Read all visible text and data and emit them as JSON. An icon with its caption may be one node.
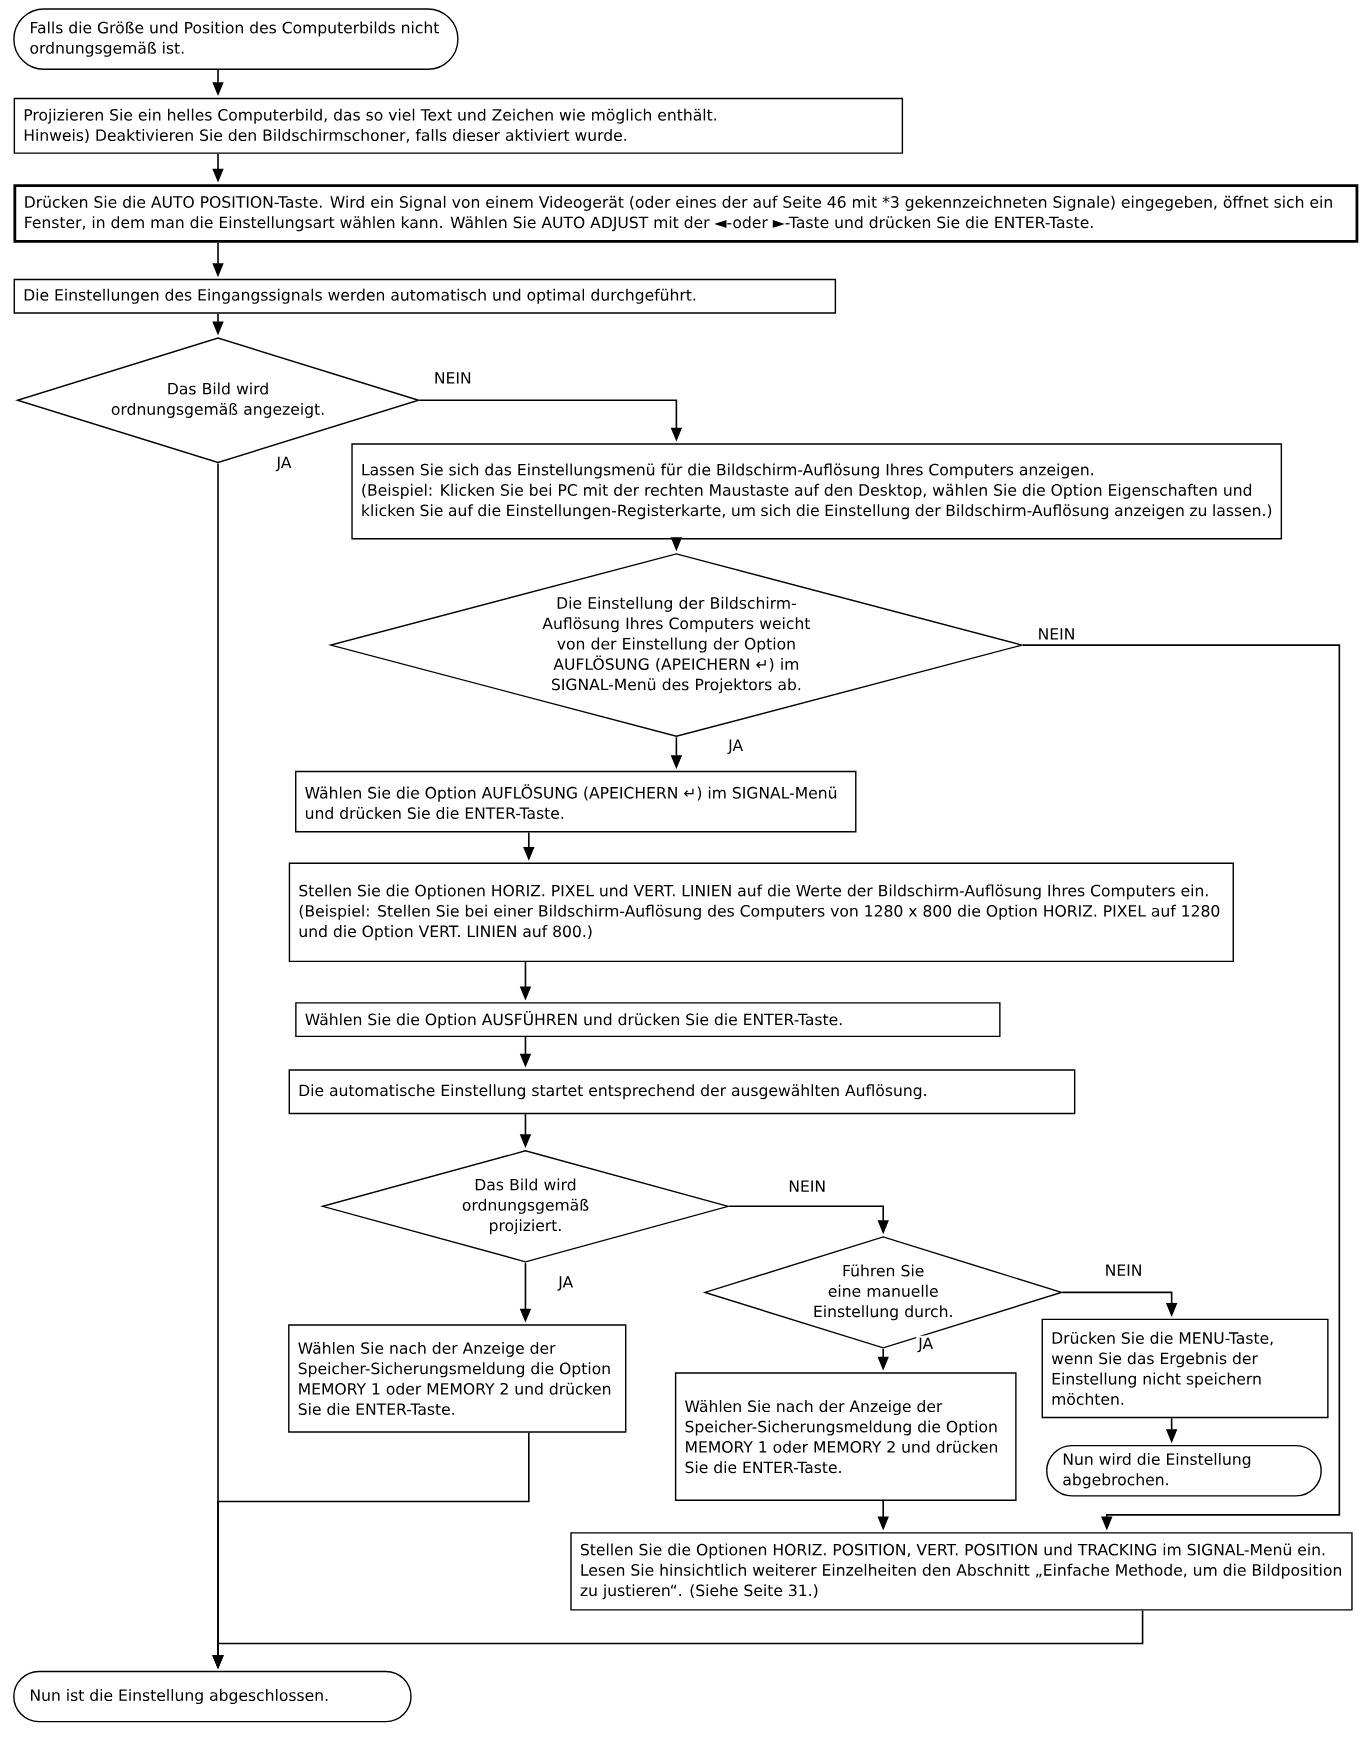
{
  "diagram": {
    "nodes": [
      {
        "text": [
          "Falls die Größe und Position des Computerbilds nicht ordnungsgemäß ist."
        ]
      },
      {
        "text": [
          "Projizieren Sie ein helles Computerbild, das so viel Text und Zeichen wie möglich enthält.",
          "Hinweis) Deaktivieren Sie den Bildschirmschoner, falls dieser aktiviert wurde."
        ]
      },
      {
        "text": [
          "Drücken Sie die AUTO POSITION-Taste. Wird ein Signal von einem Videogerät (oder eines der auf Seite 46 mit *3 gekennzeichneten Signale) eingegeben, öffnet sich ein Fenster, in dem man die Einstellungsart wählen kann. Wählen Sie AUTO ADJUST mit der ◄-oder ►-Taste und drücken Sie die ENTER-Taste."
        ]
      },
      {
        "text": [
          "Die Einstellungen des Eingangssignals werden automatisch und optimal durchgeführt."
        ]
      },
      {
        "text": [
          "Das Bild wird ordnungsgemäß angezeigt."
        ]
      },
      {
        "text": [
          "Lassen Sie sich das Einstellungsmenü für die Bildschirm-Auflösung Ihres Computers anzeigen.",
          "(Beispiel: Klicken Sie bei PC mit der rechten Maustaste auf den Desktop, wählen Sie die Option Eigenschaften und klicken Sie auf die Einstellungen-Registerkarte, um sich die Einstellung der Bildschirm-Auflösung anzeigen zu lassen.)"
        ]
      },
      {
        "text": [
          "Die Einstellung der Bildschirm-Auflösung Ihres Computers weicht von der Einstellung der Option AUFLÖSUNG (APEICHERN ↵) im SIGNAL-Menü des Projektors ab."
        ]
      },
      {
        "text": [
          "Wählen Sie die Option AUFLÖSUNG (APEICHERN ↵) im SIGNAL-Menü und drücken Sie die ENTER-Taste."
        ]
      },
      {
        "text": [
          "Stellen Sie die Optionen HORIZ. PIXEL und VERT. LINIEN auf die Werte der Bildschirm-Auflösung Ihres Computers ein.",
          "(Beispiel: Stellen Sie bei einer Bildschirm-Auflösung des Computers von 1280 x 800 die Option HORIZ. PIXEL auf 1280 und die Option VERT. LINIEN auf 800.)"
        ]
      },
      {
        "text": [
          "Wählen Sie die Option AUSFÜHREN und drücken Sie die ENTER-Taste."
        ]
      },
      {
        "text": [
          "Die automatische Einstellung startet entsprechend der ausgewählten Auflösung."
        ]
      },
      {
        "text": [
          "Das Bild wird ordnungsgemäß projiziert."
        ]
      },
      {
        "text": [
          "Führen Sie eine manuelle Einstellung durch."
        ]
      },
      {
        "text": [
          "Wählen Sie nach der Anzeige der Speicher-Sicherungsmeldung die Option MEMORY 1 oder MEMORY 2 und drücken Sie die ENTER-Taste."
        ]
      },
      {
        "text": [
          "Wählen Sie nach der Anzeige der Speicher-Sicherungsmeldung die Option MEMORY 1 oder MEMORY 2 und drücken Sie die ENTER-Taste."
        ]
      },
      {
        "text": [
          "Drücken Sie die MENU-Taste, wenn Sie das Ergebnis der Einstellung nicht speichern möchten."
        ]
      },
      {
        "text": [
          "Nun wird die Einstellung abgebrochen."
        ]
      },
      {
        "text": [
          "Stellen Sie die Optionen HORIZ. POSITION, VERT. POSITION und TRACKING im SIGNAL-Menü ein.",
          "Lesen Sie hinsichtlich weiterer Einzelheiten den Abschnitt „Einfache Methode, um die Bildposition zu justieren“. (Siehe Seite 31.)"
        ]
      },
      {
        "text": [
          "Nun ist die Einstellung abgeschlossen."
        ]
      }
    ],
    "edges": [
      {
        "from": 0,
        "to": 1,
        "arrow": "to"
      },
      {
        "from": 1,
        "to": 2,
        "arrow": "to"
      },
      {
        "from": 2,
        "to": 3,
        "arrow": "to"
      },
      {
        "from": 3,
        "to": 4,
        "arrow": "to"
      },
      {
        "from": 4,
        "to": 5,
        "arrow": "to",
        "label": "NEIN"
      },
      {
        "from": 4,
        "to": 18,
        "arrow": "to",
        "label": "JA"
      },
      {
        "from": 5,
        "to": 6,
        "arrow": "to"
      },
      {
        "from": 6,
        "to": 7,
        "arrow": "to",
        "label": "JA"
      },
      {
        "from": 6,
        "to": 17,
        "arrow": "to",
        "label": "NEIN"
      },
      {
        "from": 7,
        "to": 8,
        "arrow": "to"
      },
      {
        "from": 8,
        "to": 9,
        "arrow": "to"
      },
      {
        "from": 9,
        "to": 10,
        "arrow": "to"
      },
      {
        "from": 10,
        "to": 11,
        "arrow": "to"
      },
      {
        "from": 11,
        "to": 13,
        "arrow": "to",
        "label": "JA"
      },
      {
        "from": 11,
        "to": 12,
        "arrow": "to",
        "label": "NEIN"
      },
      {
        "from": 12,
        "to": 14,
        "arrow": "to",
        "label": "JA"
      },
      {
        "from": 12,
        "to": 15,
        "arrow": "to",
        "label": "NEIN"
      },
      {
        "from": 15,
        "to": 16,
        "arrow": "to"
      },
      {
        "from": 13,
        "to": 18,
        "arrow": "to"
      },
      {
        "from": 14,
        "to": 17,
        "arrow": "to"
      },
      {
        "from": 17,
        "to": 18,
        "arrow": "to"
      }
    ]
  }
}
